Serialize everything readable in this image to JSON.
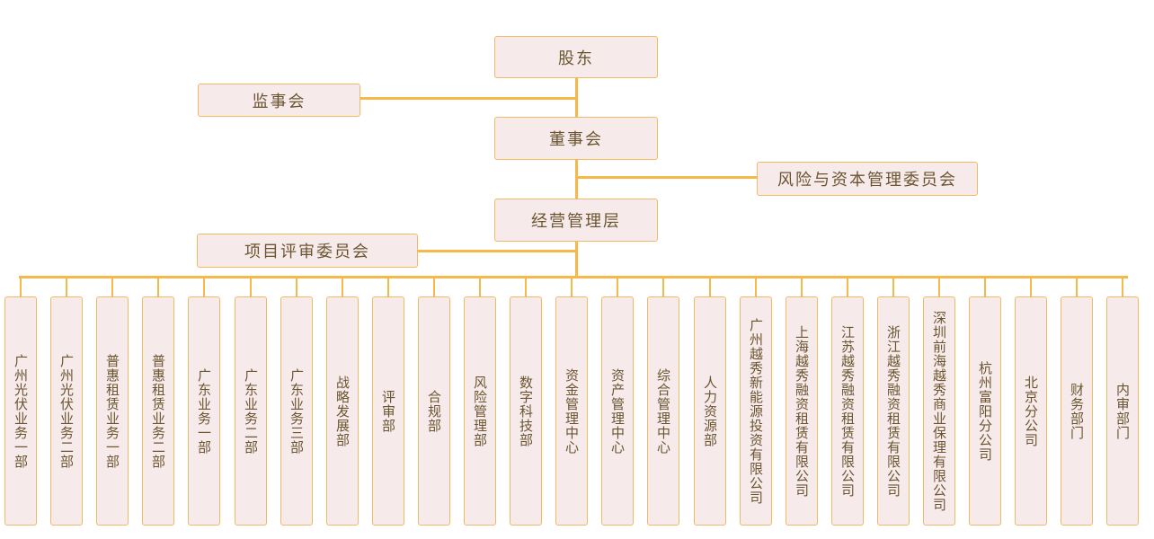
{
  "nodes": {
    "shareholders": "股东",
    "supervisory_board": "监事会",
    "board_of_directors": "董事会",
    "risk_capital_committee": "风险与资本管理委员会",
    "management": "经营管理层",
    "project_review_committee": "项目评审委员会"
  },
  "departments": [
    "广州光伏业务一部",
    "广州光伏业务二部",
    "普惠租赁业务一部",
    "普惠租赁业务二部",
    "广东业务一部",
    "广东业务二部",
    "广东业务三部",
    "战略发展部",
    "评审部",
    "合规部",
    "风险管理部",
    "数字科技部",
    "资金管理中心",
    "资产管理中心",
    "综合管理中心",
    "人力资源部",
    "广州越秀新能源投资有限公司",
    "上海越秀融资租赁有限公司",
    "江苏越秀融资租赁有限公司",
    "浙江越秀融资租赁有限公司",
    "深圳前海越秀商业保理有限公司",
    "杭州富阳分公司",
    "北京分公司",
    "财务部门",
    "内审部门"
  ],
  "colors": {
    "box_fill": "#f6ebea",
    "box_border": "#f0b964",
    "connector": "#f5b94a",
    "text": "#6b5530"
  }
}
